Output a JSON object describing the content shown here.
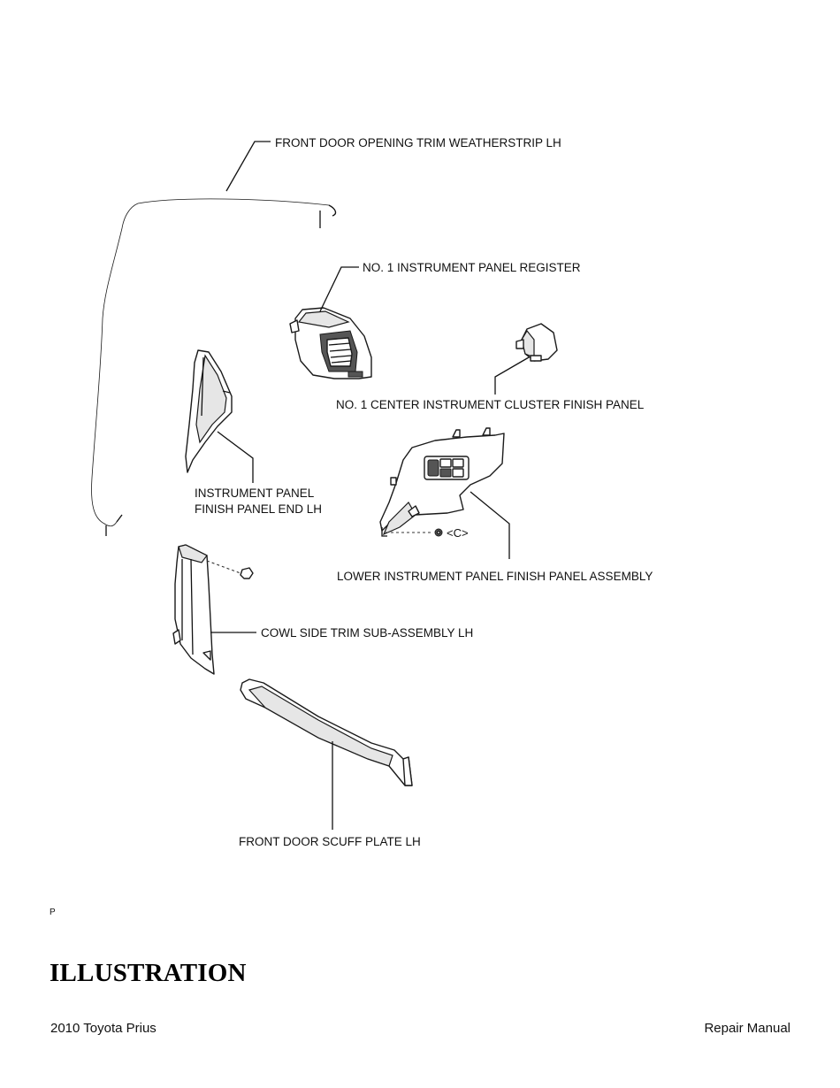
{
  "diagram": {
    "labels": {
      "weatherstrip": "FRONT DOOR OPENING TRIM WEATHERSTRIP LH",
      "register": "NO. 1 INSTRUMENT PANEL REGISTER",
      "cluster_panel": "NO. 1 CENTER INSTRUMENT CLUSTER FINISH PANEL",
      "panel_end_line1": "INSTRUMENT PANEL",
      "panel_end_line2": "FINISH PANEL END LH",
      "lower_panel": "LOWER INSTRUMENT PANEL FINISH PANEL ASSEMBLY",
      "cowl_trim": "COWL SIDE TRIM SUB-ASSEMBLY LH",
      "scuff_plate": "FRONT DOOR SCUFF PLATE LH",
      "fastener_ref": "<C>"
    },
    "figure_code": "P"
  },
  "document": {
    "heading": "ILLUSTRATION",
    "footer_left": "2010 Toyota Prius",
    "footer_right": "Repair Manual"
  }
}
